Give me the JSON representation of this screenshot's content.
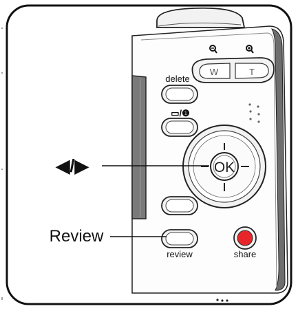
{
  "buttons": {
    "delete_label": "delete",
    "display_info_label": "▭/❶",
    "zoom_wide_label": "W",
    "zoom_tele_label": "T",
    "ok_label": "OK",
    "review_label": "review",
    "share_label": "share"
  },
  "callouts": {
    "arrows_label": "◀/▶",
    "review_label": "Review"
  },
  "colors": {
    "share_button": "#e8262a",
    "body": "#ffffff",
    "outline": "#1a1a1a",
    "frame_shade": "#a7a7a7"
  }
}
